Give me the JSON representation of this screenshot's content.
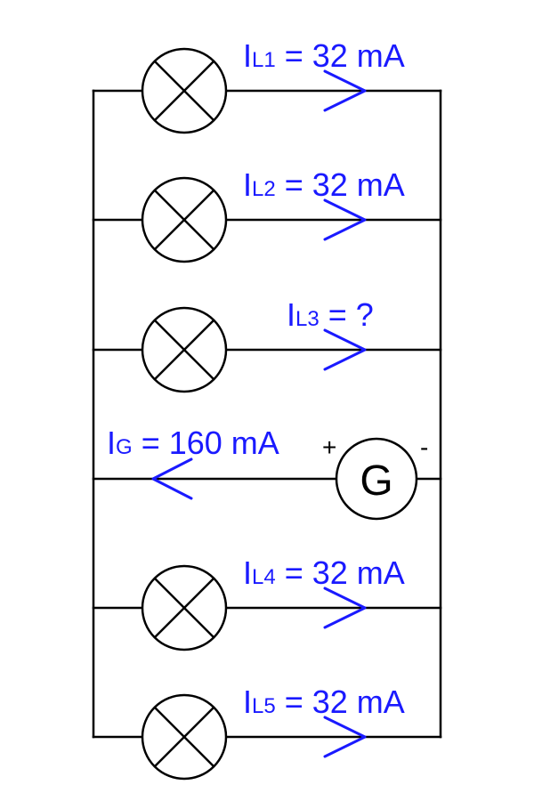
{
  "branches": [
    {
      "kind": "lamp",
      "label": {
        "sym": "I",
        "sub": "L1",
        "rest": " = 32 mA"
      }
    },
    {
      "kind": "lamp",
      "label": {
        "sym": "I",
        "sub": "L2",
        "rest": " = 32 mA"
      }
    },
    {
      "kind": "lamp",
      "label": {
        "sym": "I",
        "sub": "L3",
        "rest": " = ?"
      }
    },
    {
      "kind": "generator",
      "label": {
        "sym": "I",
        "sub": "G",
        "rest": " = 160 mA"
      },
      "symbol": "G",
      "plus": "+",
      "minus": "-"
    },
    {
      "kind": "lamp",
      "label": {
        "sym": "I",
        "sub": "L4",
        "rest": " = 32 mA"
      }
    },
    {
      "kind": "lamp",
      "label": {
        "sym": "I",
        "sub": "L5",
        "rest": " = 32 mA"
      }
    }
  ],
  "colors": {
    "current_label": "#1a1aff",
    "wire": "#000000"
  },
  "icons": {
    "lamp": "lamp-x-circle-icon",
    "generator": "generator-circle-icon",
    "arrow_right": "current-arrow-right-icon",
    "arrow_left": "current-arrow-left-icon"
  }
}
